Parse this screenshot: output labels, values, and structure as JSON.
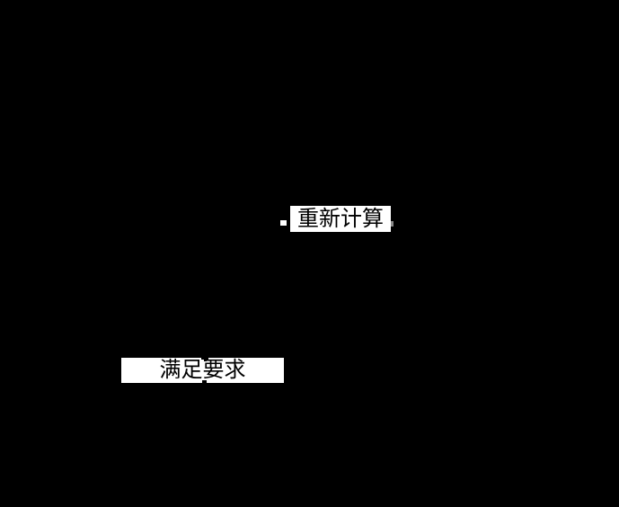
{
  "canvas": {
    "background_color": "#000000",
    "description": "flowchart image shown on black background; only white-backed edge labels are visible"
  },
  "flowchart_labels": {
    "recalculate": {
      "text": "重新计算",
      "background_color": "#ffffff",
      "text_color": "#000000"
    },
    "meets_requirements": {
      "text": "满足要求",
      "background_color": "#ffffff",
      "text_color": "#000000"
    }
  }
}
